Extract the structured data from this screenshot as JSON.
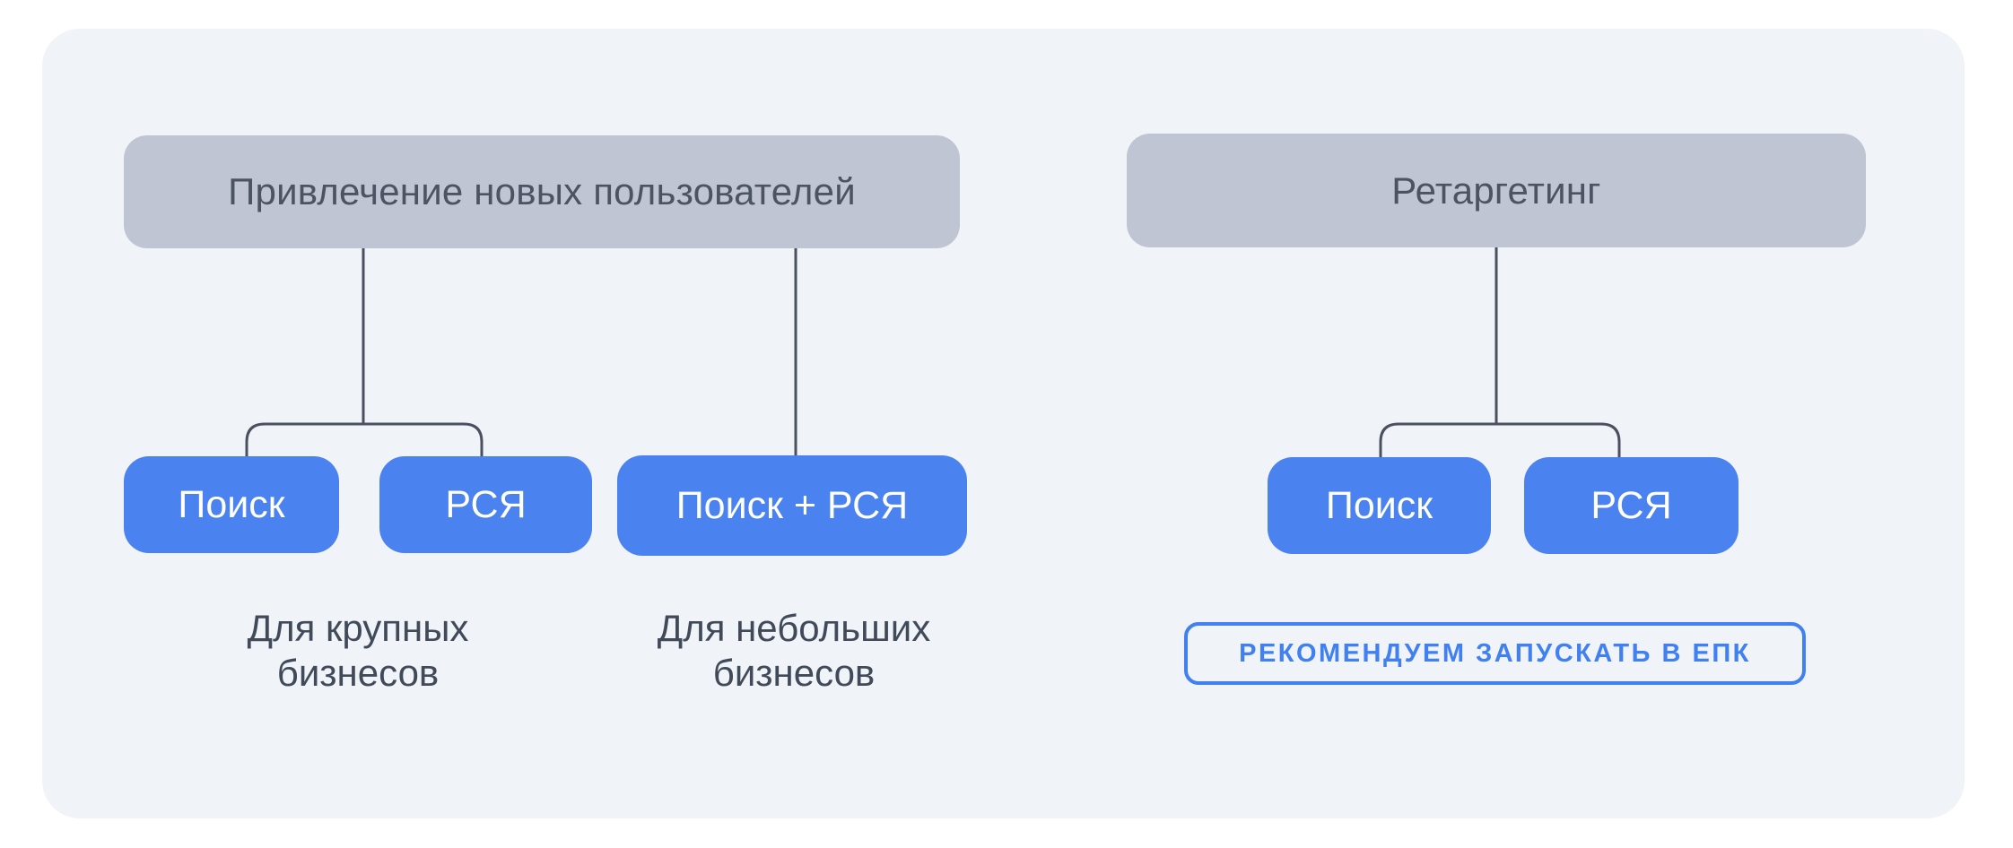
{
  "colors": {
    "page_bg": "#ffffff",
    "canvas_bg": "#f0f3f8",
    "header_box_bg": "#c0c5d3",
    "header_text": "#4c5464",
    "node_bg": "#4a82f0",
    "node_text": "#ffffff",
    "caption_text": "#414a59",
    "connector": "#4a5060",
    "accent": "#4080f0"
  },
  "diagram": {
    "groups": [
      {
        "header": "Привлечение новых пользователей",
        "nodes": [
          {
            "label": "Поиск"
          },
          {
            "label": "РСЯ"
          },
          {
            "label": "Поиск + РСЯ"
          }
        ],
        "captions": [
          {
            "lines": [
              "Для крупных",
              "бизнесов"
            ]
          },
          {
            "lines": [
              "Для небольших",
              "бизнесов"
            ]
          }
        ]
      },
      {
        "header": "Ретаргетинг",
        "nodes": [
          {
            "label": "Поиск"
          },
          {
            "label": "РСЯ"
          }
        ],
        "badge": "РЕКОМЕНДУЕМ ЗАПУСКАТЬ В ЕПК"
      }
    ]
  }
}
